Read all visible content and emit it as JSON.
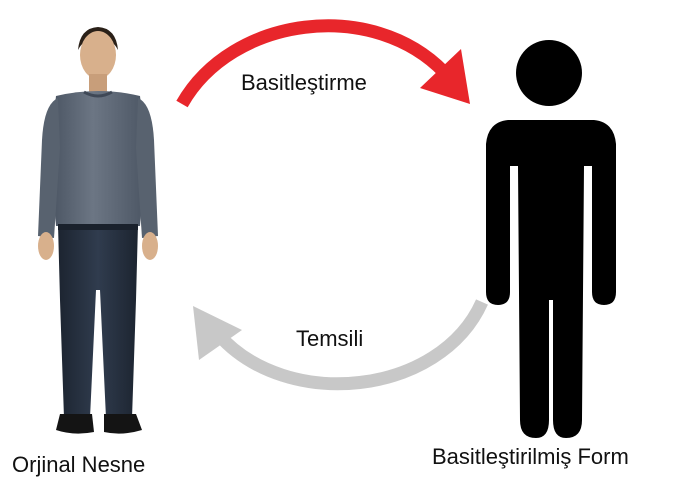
{
  "diagram": {
    "arrow_top": {
      "label": "Basitleştirme",
      "color": "#e8262b"
    },
    "arrow_bottom": {
      "label": "Temsili",
      "color": "#c8c8c8"
    },
    "left_figure": {
      "caption": "Orjinal Nesne",
      "shirt_color": "#5e6876",
      "jeans_color": "#263040",
      "skin_color": "#d8b08c"
    },
    "right_figure": {
      "caption": "Basitleştirilmiş Form",
      "color": "#000000"
    }
  }
}
